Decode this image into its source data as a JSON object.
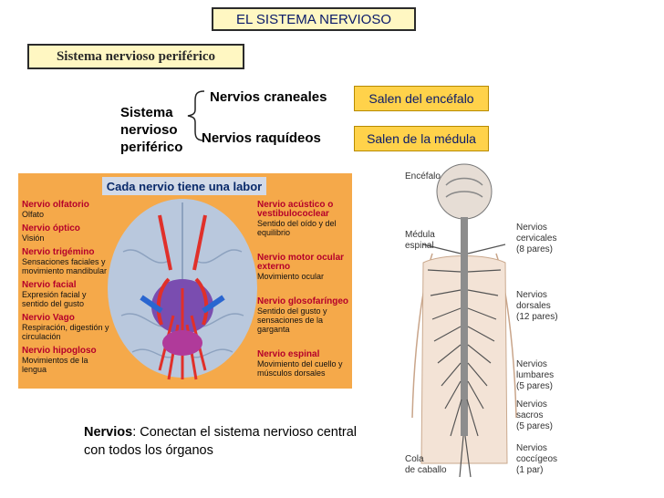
{
  "title": "EL SISTEMA NERVIOSO",
  "section": "Sistema nervioso periférico",
  "left_label": [
    "Sistema",
    "nervioso",
    "periférico"
  ],
  "branches": [
    {
      "name": "Nervios craneales",
      "tag": "Salen del encéfalo"
    },
    {
      "name": "Nervios raquídeos",
      "tag": "Salen de la médula"
    }
  ],
  "cranial_figure": {
    "banner": "Cada nervio tiene una labor",
    "left_items": [
      {
        "name": "Nervio olfatorio",
        "desc": "Olfato"
      },
      {
        "name": "Nervio óptico",
        "desc": "Visión"
      },
      {
        "name": "Nervio trigémino",
        "desc": "Sensaciones faciales y movimiento mandibular"
      },
      {
        "name": "Nervio facial",
        "desc": "Expresión facial y sentido del gusto"
      },
      {
        "name": "Nervio Vago",
        "desc": "Respiración, digestión y circulación"
      },
      {
        "name": "Nervio hipogloso",
        "desc": "Movimientos de la lengua"
      }
    ],
    "right_items": [
      {
        "name": "Nervio acústico o vestibulococlear",
        "desc": "Sentido del oído y del equilibrio"
      },
      {
        "name": "Nervio motor ocular externo",
        "desc": "Movimiento ocular"
      },
      {
        "name": "Nervio glosofaríngeo",
        "desc": "Sentido del gusto y sensaciones de la garganta"
      },
      {
        "name": "Nervio espinal",
        "desc": "Movimiento del cuello y músculos dorsales"
      }
    ]
  },
  "spinal_figure": {
    "labels": [
      {
        "text": "Encéfalo"
      },
      {
        "text": "Médula\nespinal"
      },
      {
        "text": "Nervios\ncervicales\n(8 pares)"
      },
      {
        "text": "Nervios\ndorsales\n(12 pares)"
      },
      {
        "text": "Nervios\nlumbares\n(5 pares)"
      },
      {
        "text": "Nervios\nsacros\n(5 pares)"
      },
      {
        "text": "Nervios\ncoccígeos\n(1 par)"
      },
      {
        "text": "Cola\nde caballo"
      }
    ]
  },
  "footer": {
    "bold": "Nervios",
    "rest": ": Conectan el sistema nervioso central con todos los órganos"
  }
}
